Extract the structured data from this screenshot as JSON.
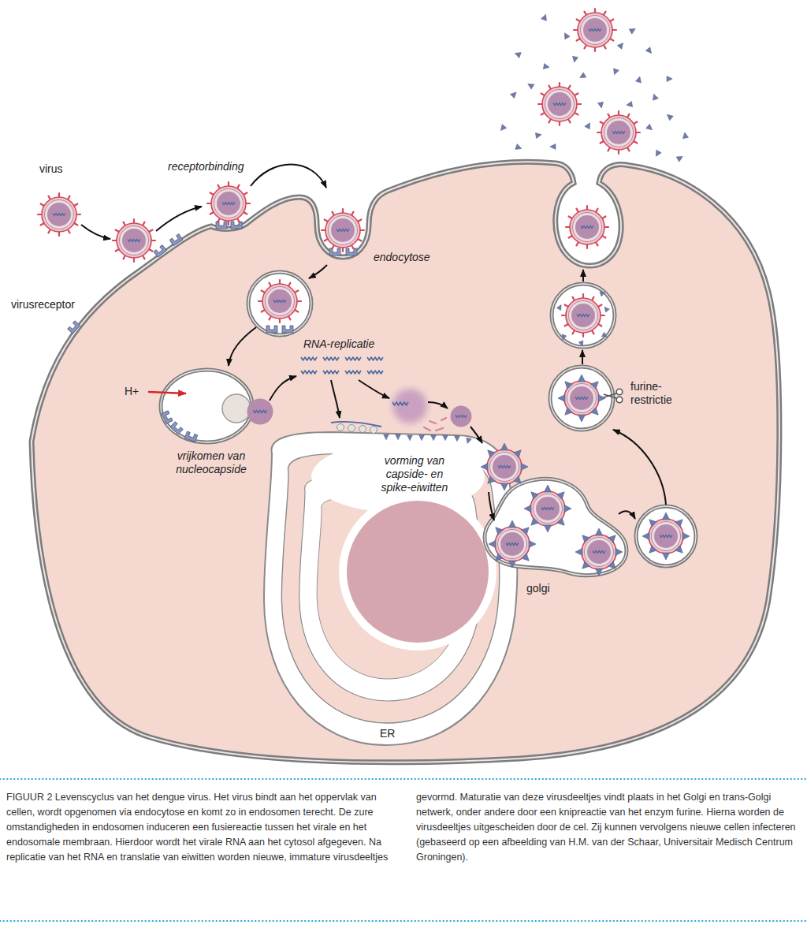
{
  "diagram": {
    "caption": "FIGUUR 2 Levenscyclus van het dengue virus. Het virus bindt aan het oppervlak van cellen, wordt opgenomen via endocytose en komt zo in endosomen terecht. De zure omstandigheden in endosomen induceren een fusiereactie tussen het virale en het endosomale membraan. Hierdoor wordt het virale RNA aan het cytosol afgegeven. Na replicatie van het RNA en translatie van eiwitten worden nieuwe, immature virusdeeltjes gevormd. Maturatie van deze virusdeeltjes vindt plaats in het Golgi en trans-Golgi netwerk, onder andere door een knipreactie van het enzym furine. Hierna worden de virusdeeltjes uitgescheiden door de cel. Zij kunnen vervolgens nieuwe cellen infecteren (gebaseerd op een afbeelding van H.M. van der Schaar, Universitair Medisch Centrum Groningen).",
    "labels": [
      "virus",
      "receptorbinding",
      "endocytose",
      "virusreceptor",
      "H+",
      "RNA-replicatie",
      "vrijkomen van nucleocapside",
      "vorming van capside- en spike-eiwitten",
      "furine- restrictie",
      "golgi",
      "ER"
    ]
  }
}
